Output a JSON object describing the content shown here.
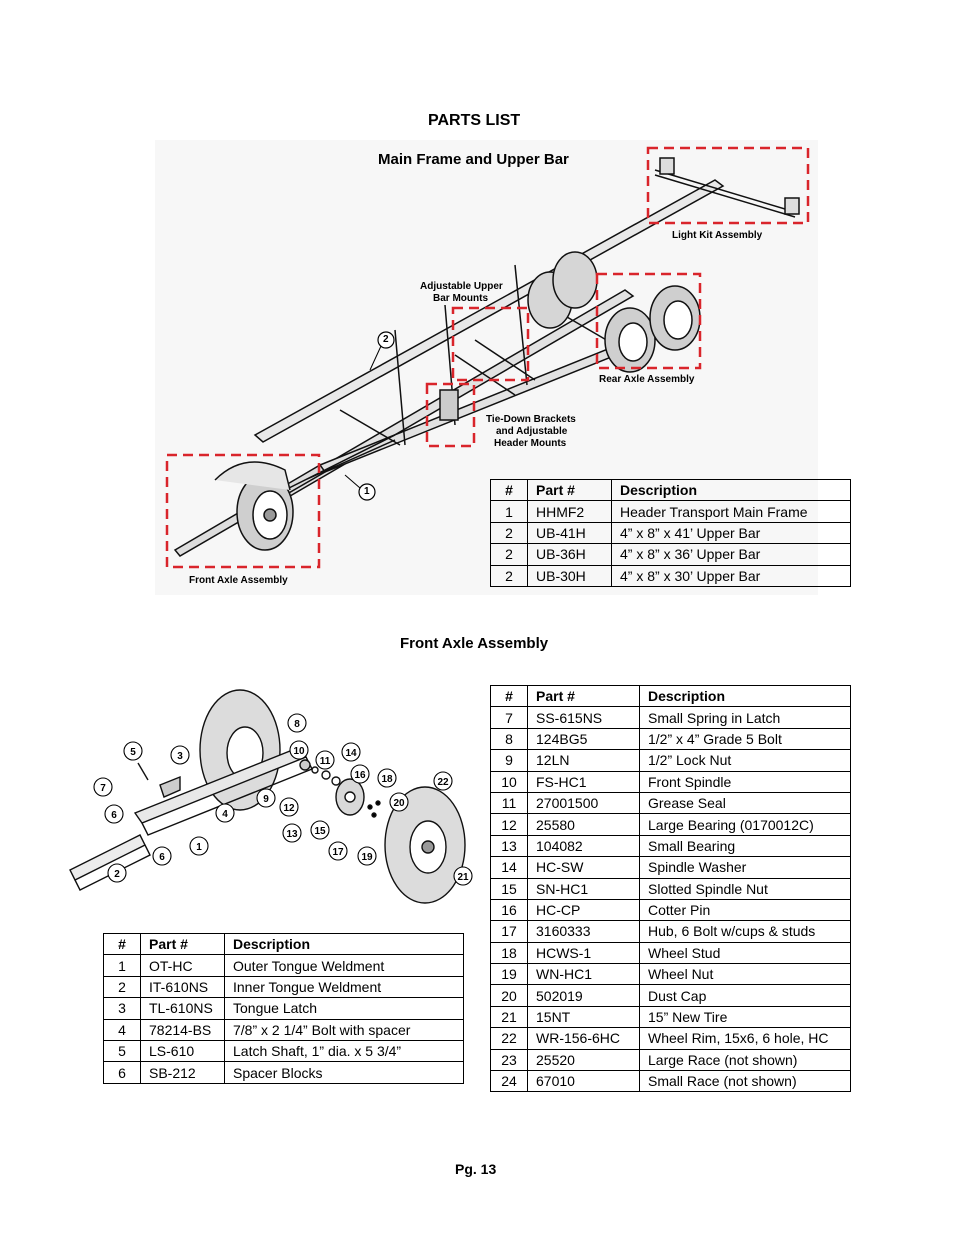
{
  "page": {
    "title": "PARTS LIST",
    "page_number": "Pg. 13"
  },
  "main_frame": {
    "heading": "Main Frame and Upper Bar",
    "labels": {
      "light_kit": "Light Kit  Assembly",
      "adjustable_upper_1": "Adjustable Upper",
      "adjustable_upper_2": "Bar Mounts",
      "rear_axle": "Rear Axle Assembly",
      "tie_down_1": "Tie-Down Brackets",
      "tie_down_2": "and Adjustable",
      "tie_down_3": "Header Mounts",
      "front_axle": "Front Axle Assembly",
      "callout_1": "1",
      "callout_2": "2"
    },
    "table": {
      "headers": [
        "#",
        "Part #",
        "Description"
      ],
      "rows": [
        [
          "1",
          "HHMF2",
          "Header Transport Main Frame"
        ],
        [
          "2",
          "UB-41H",
          "4” x 8” x 41’ Upper Bar"
        ],
        [
          "2",
          "UB-36H",
          "4” x 8” x 36’ Upper Bar"
        ],
        [
          "2",
          "UB-30H",
          "4” x 8” x 30’ Upper Bar"
        ]
      ]
    }
  },
  "front_axle": {
    "heading": "Front Axle Assembly",
    "callouts": [
      "1",
      "2",
      "3",
      "4",
      "5",
      "6",
      "6",
      "7",
      "8",
      "9",
      "10",
      "11",
      "12",
      "13",
      "14",
      "15",
      "16",
      "17",
      "18",
      "19",
      "20",
      "21",
      "22"
    ],
    "table_left": {
      "headers": [
        "#",
        "Part #",
        "Description"
      ],
      "rows": [
        [
          "1",
          "OT-HC",
          "Outer Tongue Weldment"
        ],
        [
          "2",
          "IT-610NS",
          "Inner Tongue Weldment"
        ],
        [
          "3",
          "TL-610NS",
          "Tongue Latch"
        ],
        [
          "4",
          "78214-BS",
          "7/8” x 2 1/4” Bolt with spacer"
        ],
        [
          "5",
          "LS-610",
          "Latch Shaft, 1” dia. x 5 3/4”"
        ],
        [
          "6",
          "SB-212",
          "Spacer Blocks"
        ]
      ]
    },
    "table_right": {
      "headers": [
        "#",
        "Part #",
        "Description"
      ],
      "rows": [
        [
          "7",
          "SS-615NS",
          "Small Spring in Latch"
        ],
        [
          "8",
          "124BG5",
          "1/2” x 4” Grade 5 Bolt"
        ],
        [
          "9",
          "12LN",
          "1/2” Lock Nut"
        ],
        [
          "10",
          "FS-HC1",
          "Front Spindle"
        ],
        [
          "11",
          "27001500",
          "Grease Seal"
        ],
        [
          "12",
          "25580",
          "Large Bearing (0170012C)"
        ],
        [
          "13",
          "104082",
          "Small Bearing"
        ],
        [
          "14",
          "HC-SW",
          "Spindle Washer"
        ],
        [
          "15",
          "SN-HC1",
          "Slotted Spindle Nut"
        ],
        [
          "16",
          "HC-CP",
          "Cotter Pin"
        ],
        [
          "17",
          "3160333",
          "Hub, 6 Bolt w/cups & studs"
        ],
        [
          "18",
          "HCWS-1",
          "Wheel Stud"
        ],
        [
          "19",
          "WN-HC1",
          "Wheel Nut"
        ],
        [
          "20",
          "502019",
          "Dust Cap"
        ],
        [
          "21",
          "15NT",
          "15” New Tire"
        ],
        [
          "22",
          "WR-156-6HC",
          "Wheel Rim, 15x6, 6 hole, HC"
        ],
        [
          "23",
          "25520",
          "Large Race (not shown)"
        ],
        [
          "24",
          "67010",
          "Small Race (not shown)"
        ]
      ]
    }
  }
}
